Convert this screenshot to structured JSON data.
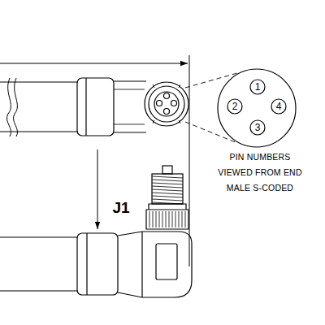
{
  "diagram": {
    "labels": [
      "1",
      "2",
      "4",
      "3",
      "PIN NUMBERS",
      "VIEWED FROM END",
      "MALE S-CODED",
      "J1"
    ]
  }
}
